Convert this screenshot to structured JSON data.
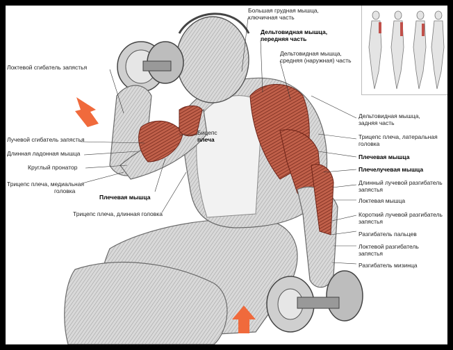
{
  "labels": {
    "wrist_flexor_top": "Локтевой сгибатель запястья",
    "pec_clavicular_1": "Большая грудная мышца,",
    "pec_clavicular_2": "ключичная часть",
    "delt_front_1": "Дельтовидная мышца,",
    "delt_front_2": "передняя часть",
    "delt_mid_1": "Дельтовидная мышца,",
    "delt_mid_2": "средняя (наружная) часть",
    "delt_rear_1": "Дельтовидная мышца,",
    "delt_rear_2": "задняя часть",
    "triceps_lateral_1": "Трицепс плеча, латеральная",
    "triceps_lateral_2": "головка",
    "brachialis_right": "Плечевая мышца",
    "brachioradialis": "Плечелучевая мышца",
    "ext_carpi_long_1": "Длинный лучевой разгибатель",
    "ext_carpi_long_2": "запястья",
    "anconeus": "Локтевая мышца",
    "ext_carpi_short_1": "Короткий лучевой разгибатель",
    "ext_carpi_short_2": "запястья",
    "ext_digitorum": "Разгибатель пальцев",
    "ext_carpi_ulnaris_1": "Локтевой разгибатель",
    "ext_carpi_ulnaris_2": "запястья",
    "ext_digiti_minimi": "Разгибатель мизинца",
    "biceps_1": "Бицепс",
    "biceps_2": "плеча",
    "wrist_flexor_left": "Лучевой сгибатель запястья",
    "palmaris_longus": "Длинная ладонная мышца",
    "pronator_teres": "Круглый пронатор",
    "triceps_medial_1": "Трицепс плеча, медиальная",
    "triceps_medial_2": "головка",
    "brachialis_left": "Плечевая мышца",
    "triceps_long": "Трицепс плеча, длинная головка"
  },
  "colors": {
    "muscle": "#b0503c",
    "arrow": "#f06a3c",
    "sketch": "#7a7a7a"
  }
}
